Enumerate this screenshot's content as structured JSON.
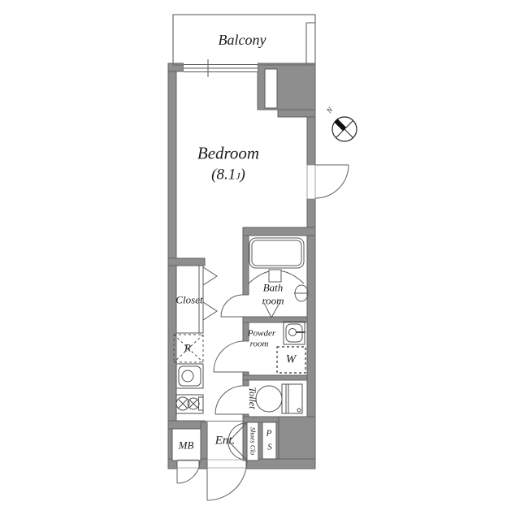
{
  "plan": {
    "type": "apartment-floorplan",
    "labels": {
      "balcony": "Balcony",
      "bedroom_name": "Bedroom",
      "bedroom_size_prefix": "(8.1",
      "bedroom_size_unit": "J",
      "bedroom_size_suffix": ")",
      "closet": "Closet",
      "bath_line1": "Bath",
      "bath_line2": "room",
      "powder_line1": "Powder",
      "powder_line2": "room",
      "washer_space": "W",
      "refrigerator_space": "R",
      "toilet": "Toilet",
      "meter_box": "MB",
      "entrance": "Ent.",
      "shoes_closet": "Shoes Clo",
      "pipe_space_line1": "P",
      "pipe_space_line2": "S",
      "compass_north": "N"
    },
    "colors": {
      "wall_fill": "#8e8e8e",
      "wall_stroke": "#636363",
      "line": "#5a5a5a",
      "text": "#1c1c1c",
      "background": "#ffffff"
    }
  }
}
